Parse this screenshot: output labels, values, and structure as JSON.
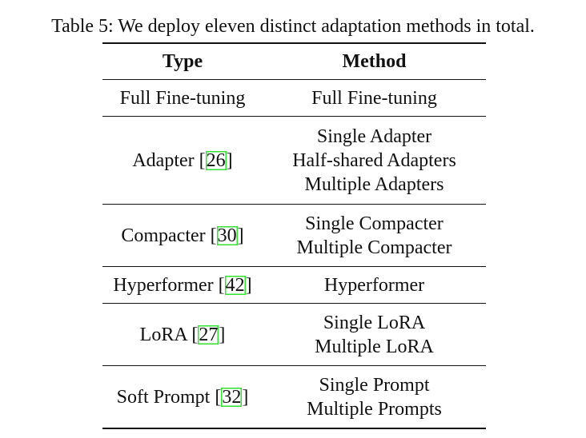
{
  "caption": "Table 5: We deploy eleven distinct adaptation methods in total.",
  "headers": {
    "type": "Type",
    "method": "Method"
  },
  "rows": [
    {
      "type": "Full Fine-tuning",
      "ref": "",
      "methods": [
        "Full Fine-tuning"
      ]
    },
    {
      "type": "Adapter",
      "ref": "26",
      "methods": [
        "Single Adapter",
        "Half-shared Adapters",
        "Multiple Adapters"
      ]
    },
    {
      "type": "Compacter",
      "ref": "30",
      "methods": [
        "Single Compacter",
        "Multiple Compacter"
      ]
    },
    {
      "type": "Hyperformer",
      "ref": "42",
      "methods": [
        "Hyperformer"
      ]
    },
    {
      "type": "LoRA",
      "ref": "27",
      "methods": [
        "Single LoRA",
        "Multiple LoRA"
      ]
    },
    {
      "type": "Soft Prompt",
      "ref": "32",
      "methods": [
        "Single Prompt",
        "Multiple Prompts"
      ]
    }
  ],
  "colors": {
    "text": "#111111",
    "citation_box": "#33e033"
  }
}
